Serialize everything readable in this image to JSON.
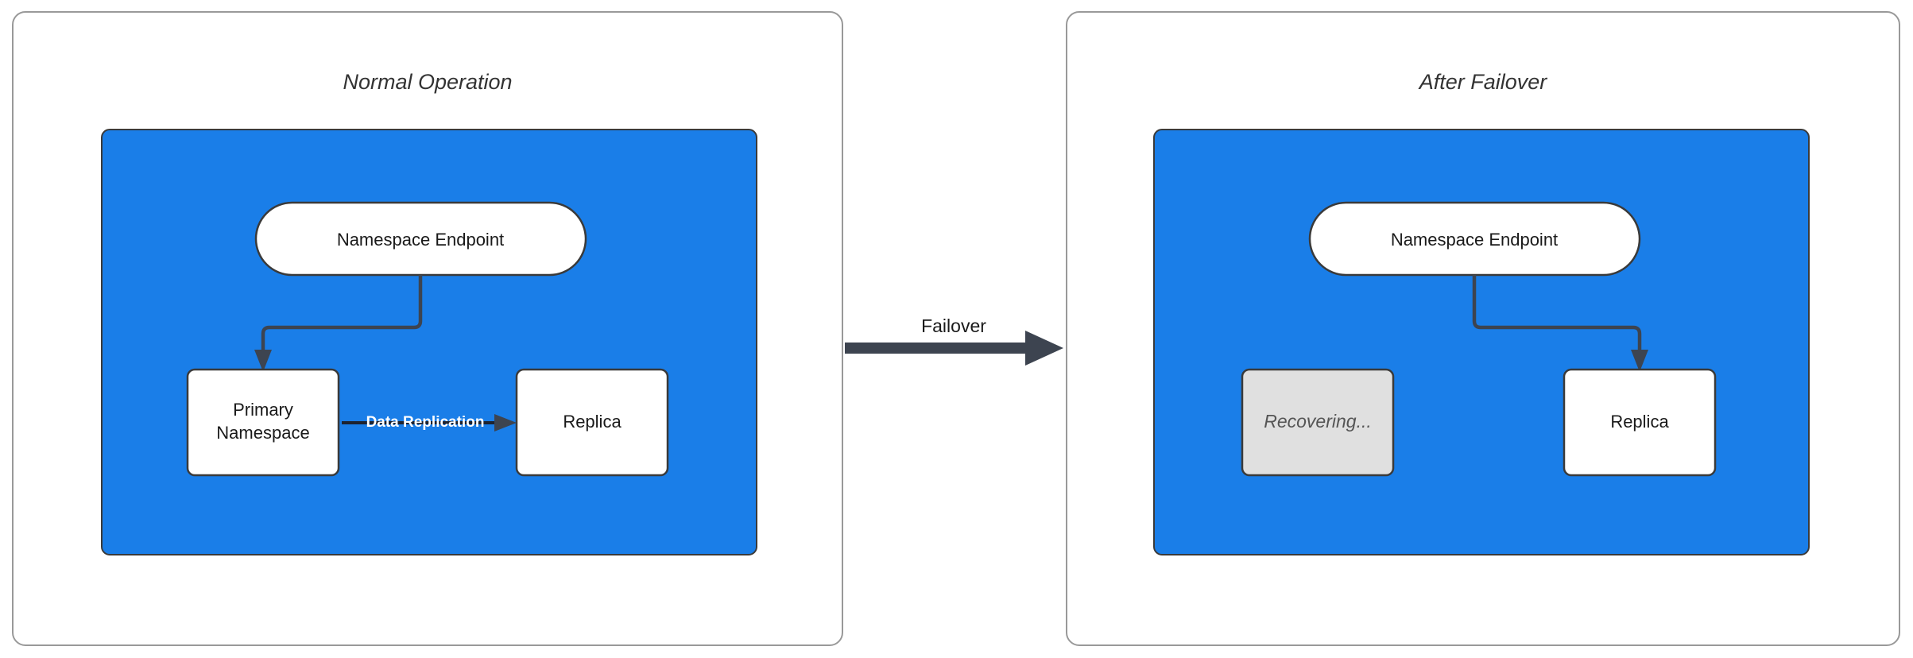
{
  "diagram": {
    "title": "",
    "colors": {
      "zone_blue": "#1a7ee8",
      "node_white": "#ffffff",
      "node_disabled_gray": "#e0e0e0",
      "connector_dark": "#3d4450",
      "panel_border": "#999999",
      "node_border": "#3a3a3a",
      "text_dark": "#1a1a1a",
      "text_muted": "#555555",
      "replication_label": "#ffffff"
    }
  },
  "panels": [
    {
      "id": "normal-operation",
      "title": "Normal Operation",
      "zone_label": "",
      "nodes": [
        {
          "id": "endpoint",
          "label": "Namespace Endpoint",
          "shape": "pill",
          "state": "active"
        },
        {
          "id": "primary",
          "label": "Primary\nNamespace",
          "line1": "Primary",
          "line2": "Namespace",
          "shape": "rounded-rect",
          "state": "active"
        },
        {
          "id": "replica",
          "label": "Replica",
          "shape": "rounded-rect",
          "state": "active"
        }
      ],
      "edges": [
        {
          "from": "endpoint",
          "to": "primary",
          "label": "",
          "style": "elbow-arrow"
        },
        {
          "from": "primary",
          "to": "replica",
          "label": "Data Replication",
          "style": "straight-arrow"
        }
      ]
    },
    {
      "id": "after-failover",
      "title": "After Failover",
      "zone_label": "",
      "nodes": [
        {
          "id": "endpoint2",
          "label": "Namespace Endpoint",
          "shape": "pill",
          "state": "active"
        },
        {
          "id": "recovering",
          "label": "Recovering...",
          "shape": "rounded-rect",
          "state": "disabled"
        },
        {
          "id": "replica2",
          "label": "Replica",
          "shape": "rounded-rect",
          "state": "active"
        }
      ],
      "edges": [
        {
          "from": "endpoint2",
          "to": "replica2",
          "label": "",
          "style": "elbow-arrow"
        }
      ]
    }
  ],
  "transition": {
    "label": "Failover",
    "direction": "left-to-right"
  }
}
